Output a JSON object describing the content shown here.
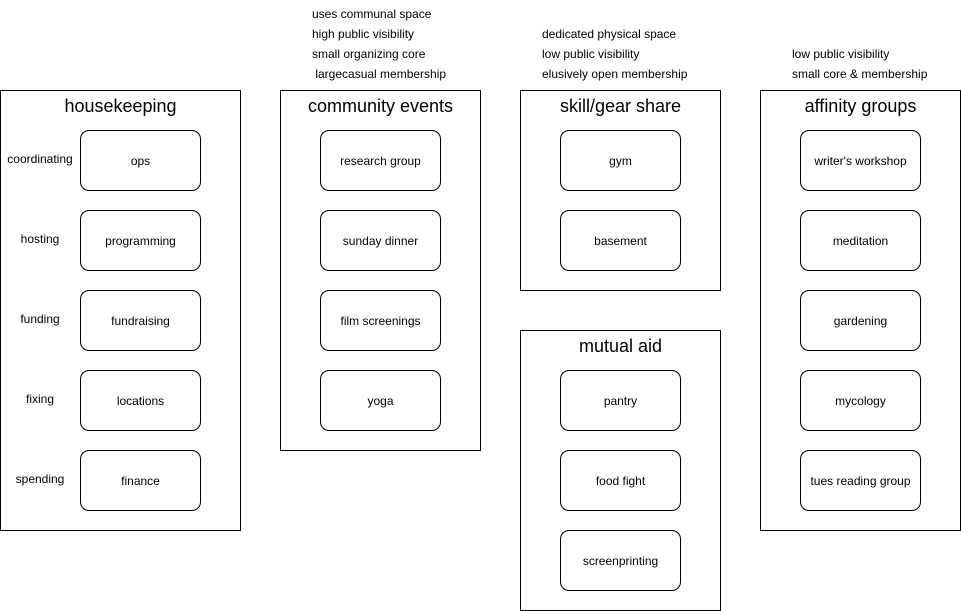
{
  "community_notes": [
    "uses communal space",
    "high public visibility",
    "small organizing core",
    " largecasual membership"
  ],
  "skill_notes": [
    "dedicated physical space",
    "low public visibility",
    "elusively open membership"
  ],
  "affinity_notes": [
    "low public visibility",
    "small core & membership"
  ],
  "housekeeping": {
    "title": "housekeeping",
    "rows": [
      {
        "label": "coordinating",
        "item": "ops"
      },
      {
        "label": "hosting",
        "item": "programming"
      },
      {
        "label": "funding",
        "item": "fundraising"
      },
      {
        "label": "fixing",
        "item": "locations"
      },
      {
        "label": "spending",
        "item": "finance"
      }
    ]
  },
  "community_events": {
    "title": "community events",
    "items": [
      "research group",
      "sunday dinner",
      "film screenings",
      "yoga"
    ]
  },
  "skill_share": {
    "title": "skill/gear share",
    "items": [
      "gym",
      "basement"
    ]
  },
  "mutual_aid": {
    "title": "mutual aid",
    "items": [
      "pantry",
      "food fight",
      "screenprinting"
    ]
  },
  "affinity_groups": {
    "title": "affinity groups",
    "items": [
      "writer's workshop",
      "meditation",
      "gardening",
      "mycology",
      "tues reading group"
    ]
  }
}
